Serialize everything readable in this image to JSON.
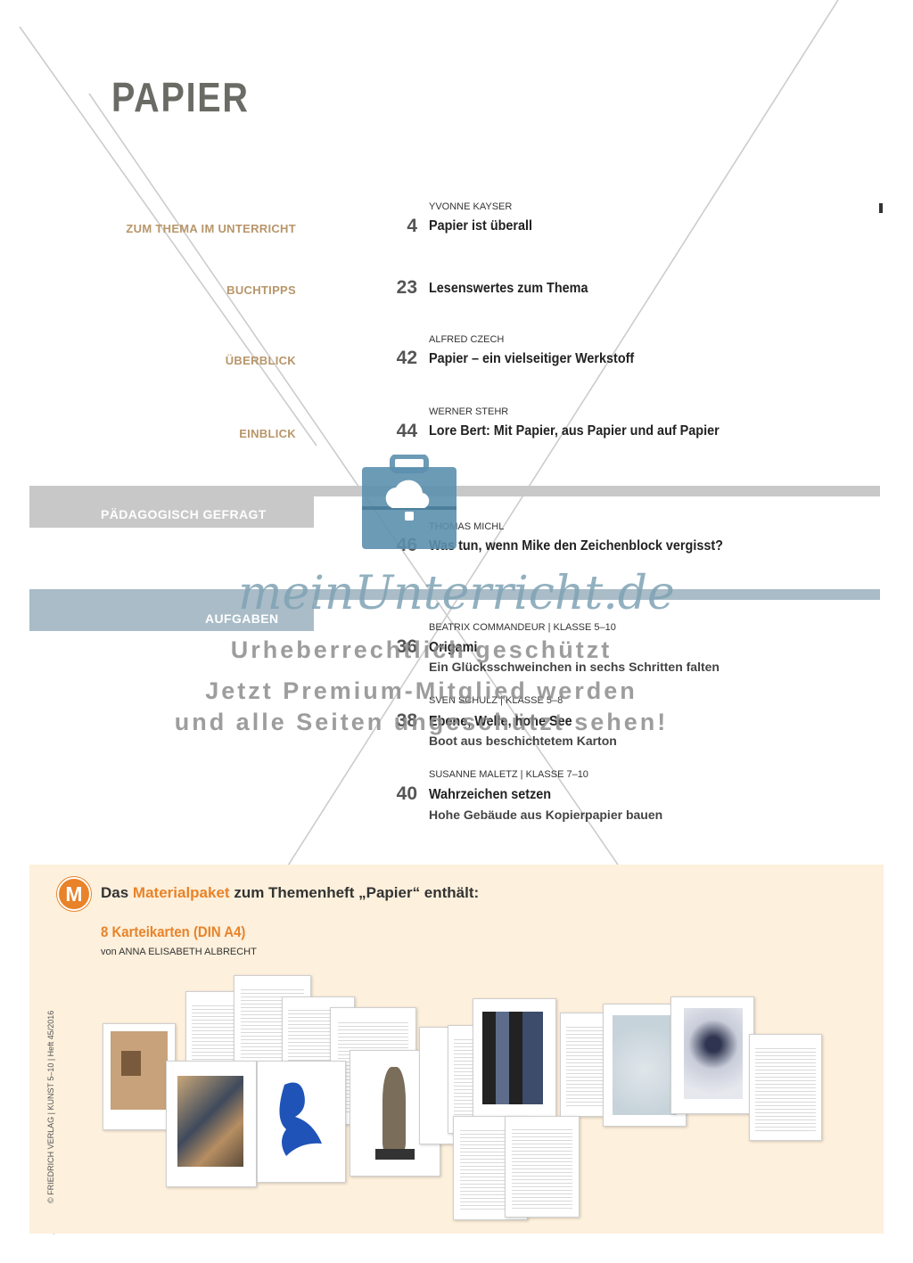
{
  "title": "PAPIER",
  "contents": [
    {
      "section": "ZUM THEMA IM UNTERRICHT",
      "page": "4",
      "author": "YVONNE KAYSER",
      "title": "Papier ist überall"
    },
    {
      "section": "BUCHTIPPS",
      "page": "23",
      "author": "",
      "title": "Lesenswertes zum Thema"
    },
    {
      "section": "ÜBERBLICK",
      "page": "42",
      "author": "ALFRED CZECH",
      "title": "Papier – ein vielseitiger Werkstoff"
    },
    {
      "section": "EINBLICK",
      "page": "44",
      "author": "WERNER STEHR",
      "title": "Lore Bert: Mit Papier, aus Papier und auf Papier"
    }
  ],
  "paedagogisch": {
    "label": "PÄDAGOGISCH GEFRAGT",
    "page": "46",
    "author": "THOMAS MICHL",
    "title": "Was tun, wenn Mike den Zeichenblock vergisst?"
  },
  "aufgaben": {
    "label": "AUFGABEN",
    "items": [
      {
        "page": "36",
        "author": "BEATRIX COMMANDEUR | KLASSE 5–10",
        "title": "Origami",
        "subtitle": "Ein Glücksschweinchen in sechs Schritten falten"
      },
      {
        "page": "38",
        "author": "SVEN SCHULZ | KLASSE 5–8",
        "title": "Ebene, Welle, hohe See",
        "subtitle": "Boot aus beschichtetem Karton"
      },
      {
        "page": "40",
        "author": "SUSANNE MALETZ | KLASSE 7–10",
        "title": "Wahrzeichen setzen",
        "subtitle": "Hohe Gebäude aus Kopierpapier bauen"
      }
    ]
  },
  "watermark": {
    "brand": "meinUnterricht.de",
    "line1": "Urheberrechtlich geschützt",
    "line2": "Jetzt Premium-Mitglied werden",
    "line3": "und alle Seiten ungeschützt sehen!"
  },
  "material": {
    "badge": "M",
    "intro_prefix": "Das ",
    "intro_highlight": "Materialpaket",
    "intro_suffix": " zum Themenheft „Papier“ enthält:",
    "item_title": "8 Karteikarten (DIN A4)",
    "item_by": "von ANNA ELISABETH ALBRECHT"
  },
  "side_note": "© FRIEDRICH VERLAG | KUNST 5–10 | Heft 45/2016",
  "colors": {
    "section_label": "#b8966a",
    "grey_bar": "#c8c8c8",
    "blue_bar": "#a9bcc7",
    "material_bg": "#fdf0dc",
    "orange": "#e8832a",
    "watermark_blue": "#5c90ae"
  }
}
